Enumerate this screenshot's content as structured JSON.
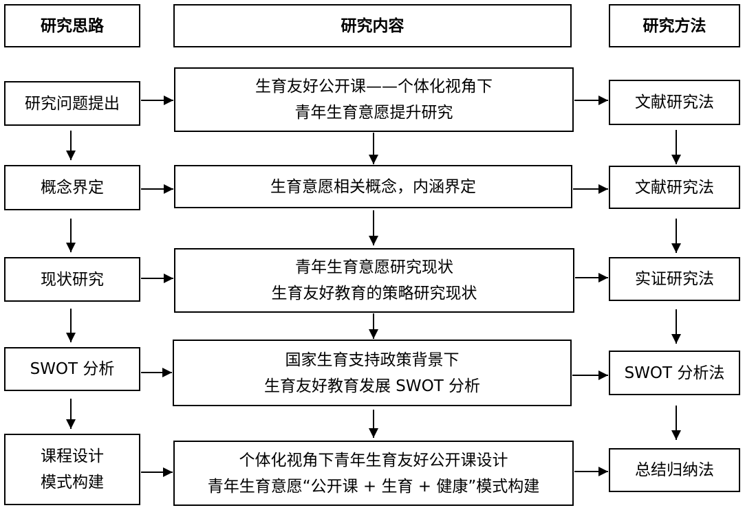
{
  "headers": {
    "left": "研究思路",
    "center": "研究内容",
    "right": "研究方法"
  },
  "left_column": [
    {
      "lines": [
        "研究问题提出"
      ]
    },
    {
      "lines": [
        "概念界定"
      ]
    },
    {
      "lines": [
        "现状研究"
      ]
    },
    {
      "lines": [
        "SWOT 分析"
      ]
    },
    {
      "lines": [
        "课程设计",
        "模式构建"
      ]
    }
  ],
  "center_column": [
    {
      "lines": [
        "生育友好公开课——个体化视角下",
        "青年生育意愿提升研究"
      ]
    },
    {
      "lines": [
        "生育意愿相关概念，内涵界定"
      ]
    },
    {
      "lines": [
        "青年生育意愿研究现状",
        "生育友好教育的策略研究现状"
      ]
    },
    {
      "lines": [
        "国家生育支持政策背景下",
        "生育友好教育发展 SWOT 分析"
      ]
    },
    {
      "lines": [
        "个体化视角下青年生育友好公开课设计",
        "青年生育意愿“公开课 + 生育 + 健康”模式构建"
      ]
    }
  ],
  "right_column": [
    {
      "lines": [
        "文献研究法"
      ]
    },
    {
      "lines": [
        "文献研究法"
      ]
    },
    {
      "lines": [
        "实证研究法"
      ]
    },
    {
      "lines": [
        "SWOT 分析法"
      ]
    },
    {
      "lines": [
        "总结归纳法"
      ]
    }
  ]
}
